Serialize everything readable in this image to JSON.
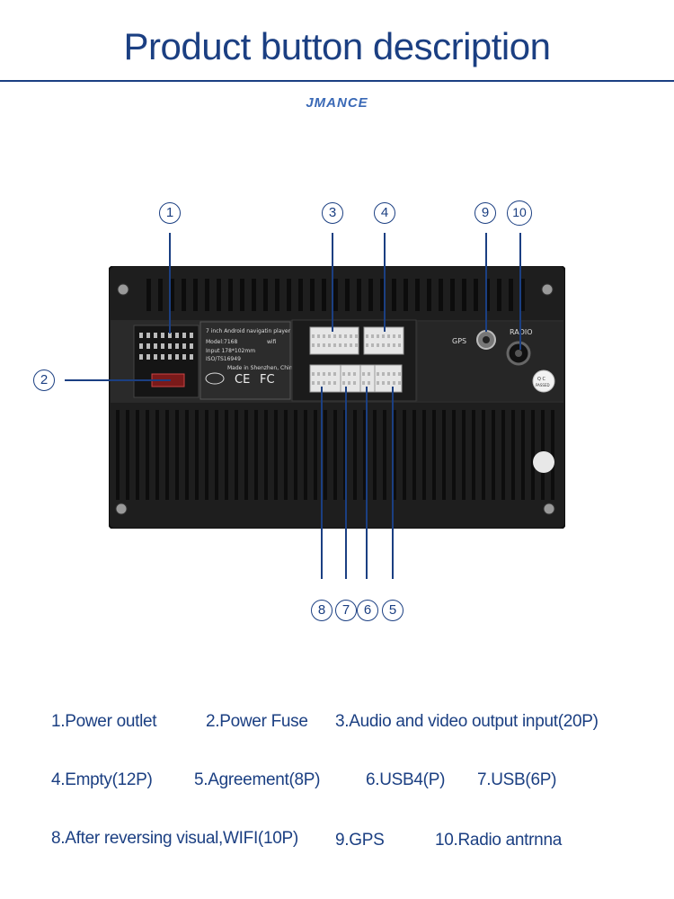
{
  "title": "Product button description",
  "brand": "JMANCE",
  "callouts": {
    "c1": "1",
    "c2": "2",
    "c3": "3",
    "c4": "4",
    "c5": "5",
    "c6": "6",
    "c7": "7",
    "c8": "8",
    "c9": "9",
    "c10": "10"
  },
  "device": {
    "label_lines": [
      "7 inch Android navigatin player",
      "Model:7168",
      "wifi",
      "Input 178*102mm",
      "ISO/TS16949",
      "Made in Shenzhen, China"
    ],
    "radio_label": "RADIO",
    "gps_label": "GPS",
    "qc_label": "Q C",
    "qc_sub": "PASSED"
  },
  "legend": [
    "1.Power outlet",
    "2.Power Fuse",
    "3.Audio and video output input(20P)",
    "4.Empty(12P)",
    "5.Agreement(8P)",
    "6.USB4(P)",
    "7.USB(6P)",
    "8.After reversing visual,WIFI(10P)",
    "9.GPS",
    "10.Radio antrnna"
  ],
  "colors": {
    "accent": "#1b3f82",
    "device_body": "#1e1e1e",
    "connector": "#e6e6e6"
  }
}
